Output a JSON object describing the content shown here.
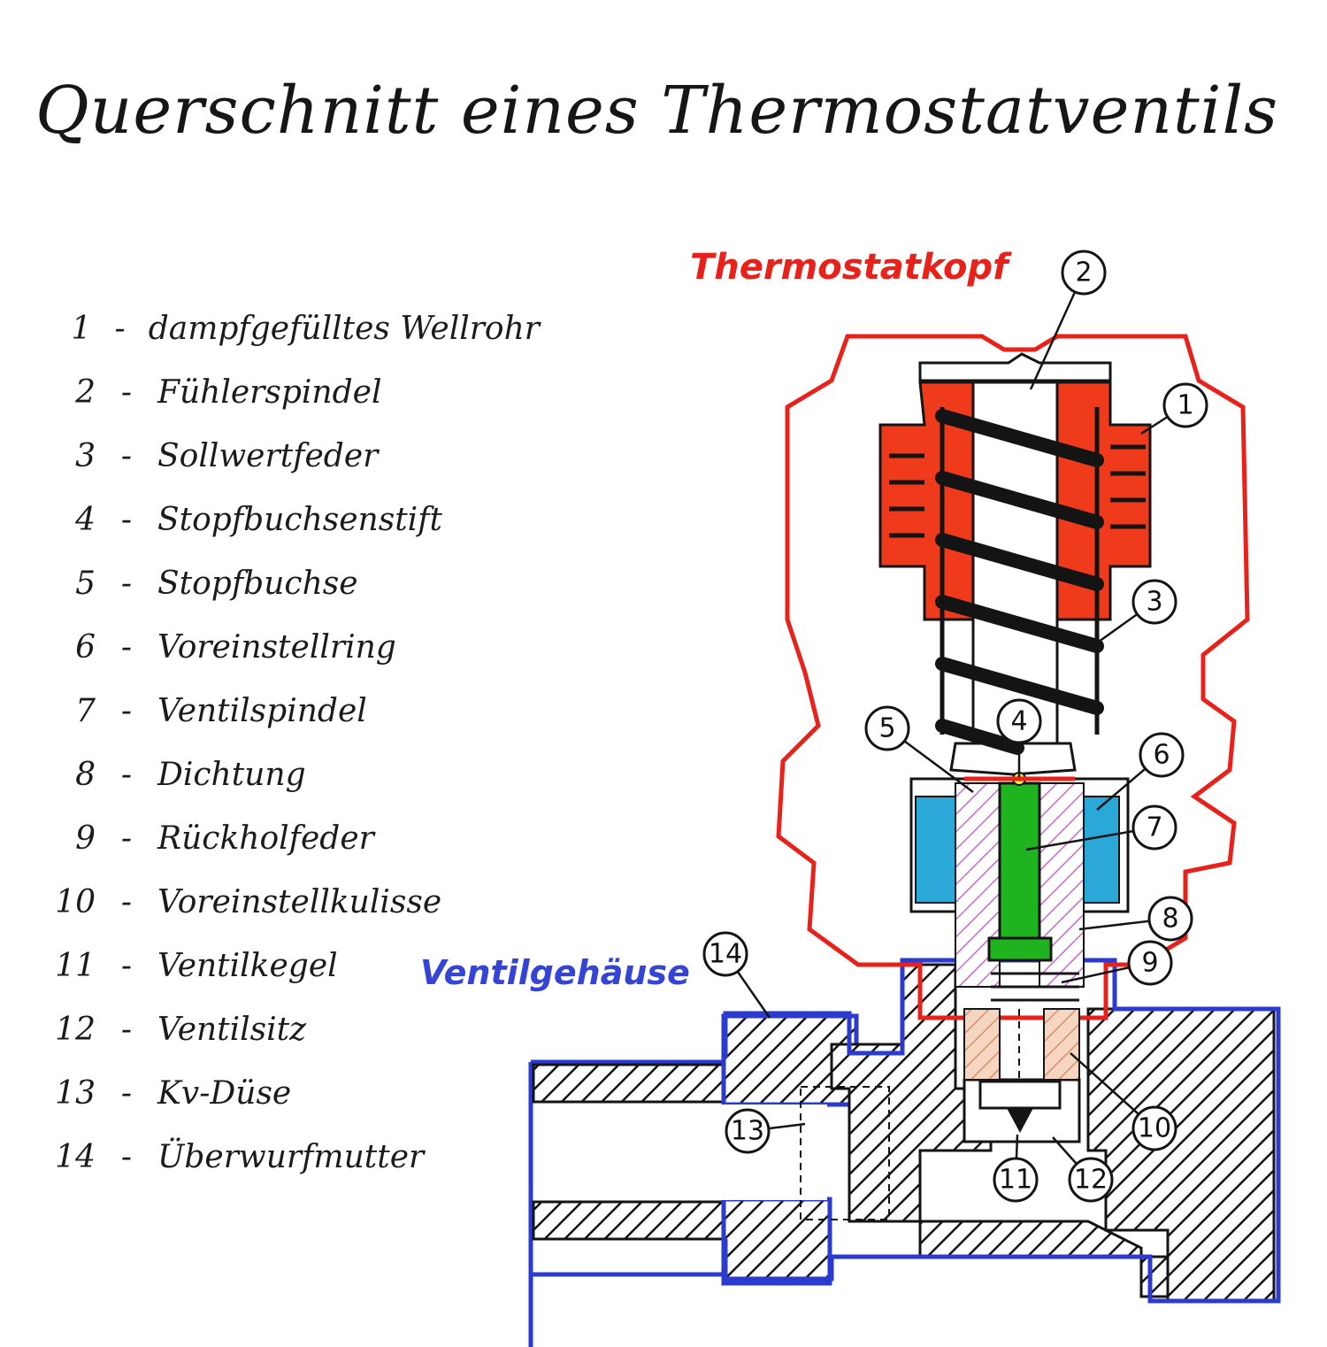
{
  "title": "Querschnitt eines Thermostatventils",
  "labels": {
    "head": "Thermostatkopf",
    "body": "Ventilgehäuse"
  },
  "legend": [
    {
      "num": "1",
      "name": "dampfgefülltes Wellrohr"
    },
    {
      "num": "2",
      "name": "Fühlerspindel"
    },
    {
      "num": "3",
      "name": "Sollwertfeder"
    },
    {
      "num": "4",
      "name": "Stopfbuchsenstift"
    },
    {
      "num": "5",
      "name": "Stopfbuchse"
    },
    {
      "num": "6",
      "name": "Voreinstellring"
    },
    {
      "num": "7",
      "name": "Ventilspindel"
    },
    {
      "num": "8",
      "name": "Dichtung"
    },
    {
      "num": "9",
      "name": "Rückholfeder"
    },
    {
      "num": "10",
      "name": "Voreinstellkulisse"
    },
    {
      "num": "11",
      "name": "Ventilkegel"
    },
    {
      "num": "12",
      "name": "Ventilsitz"
    },
    {
      "num": "13",
      "name": "Kv-Düse"
    },
    {
      "num": "14",
      "name": "Überwurfmutter"
    }
  ],
  "callouts": [
    "1",
    "2",
    "3",
    "4",
    "5",
    "6",
    "7",
    "8",
    "9",
    "10",
    "11",
    "12",
    "13",
    "14"
  ],
  "colors": {
    "head_outline": "#e8211a",
    "body_outline": "#2b3bd0",
    "bellows": "#f03a1c",
    "stem": "#1fb41f",
    "preset_ring": "#2aa8d8",
    "gland_hatch": "#c86ac8",
    "preset_slot": "#e8b090",
    "ink": "#141414"
  }
}
